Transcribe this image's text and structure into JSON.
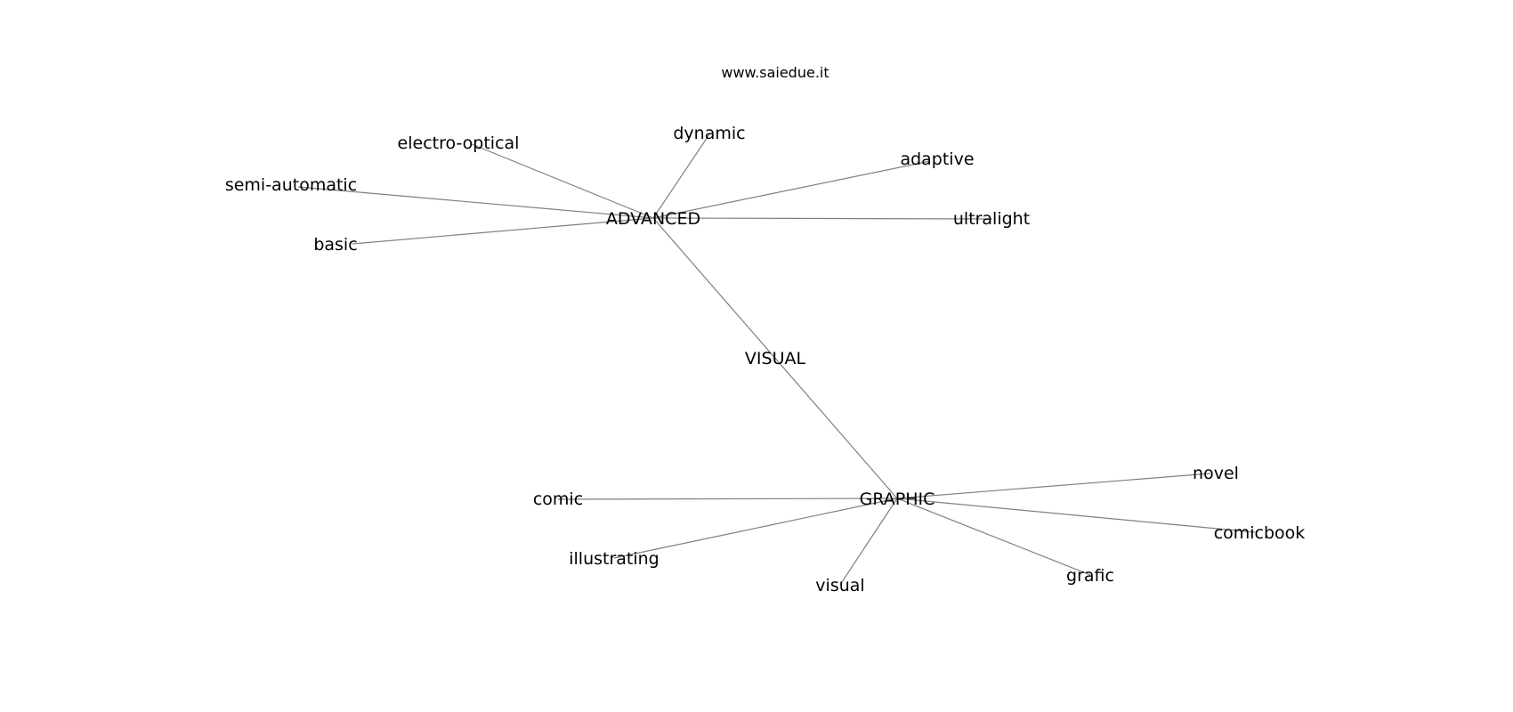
{
  "site": "www.saiedue.it",
  "nodes": [
    {
      "id": "visual-hub",
      "label": "VISUAL"
    },
    {
      "id": "advanced",
      "label": "ADVANCED"
    },
    {
      "id": "graphic",
      "label": "GRAPHIC"
    },
    {
      "id": "electro-optical",
      "label": "electro-optical"
    },
    {
      "id": "dynamic",
      "label": "dynamic"
    },
    {
      "id": "adaptive",
      "label": "adaptive"
    },
    {
      "id": "semi-automatic",
      "label": "semi-automatic"
    },
    {
      "id": "ultralight",
      "label": "ultralight"
    },
    {
      "id": "basic",
      "label": "basic"
    },
    {
      "id": "novel",
      "label": "novel"
    },
    {
      "id": "comic",
      "label": "comic"
    },
    {
      "id": "comicbook",
      "label": "comicbook"
    },
    {
      "id": "illustrating",
      "label": "illustrating"
    },
    {
      "id": "grafic",
      "label": "grafic"
    },
    {
      "id": "visual-leaf",
      "label": "visual"
    }
  ],
  "edges": [
    [
      "advanced",
      "graphic"
    ],
    [
      "advanced",
      "electro-optical"
    ],
    [
      "advanced",
      "dynamic"
    ],
    [
      "advanced",
      "adaptive"
    ],
    [
      "advanced",
      "semi-automatic"
    ],
    [
      "advanced",
      "ultralight"
    ],
    [
      "advanced",
      "basic"
    ],
    [
      "graphic",
      "novel"
    ],
    [
      "graphic",
      "comic"
    ],
    [
      "graphic",
      "comicbook"
    ],
    [
      "graphic",
      "illustrating"
    ],
    [
      "graphic",
      "grafic"
    ],
    [
      "graphic",
      "visual-leaf"
    ]
  ]
}
